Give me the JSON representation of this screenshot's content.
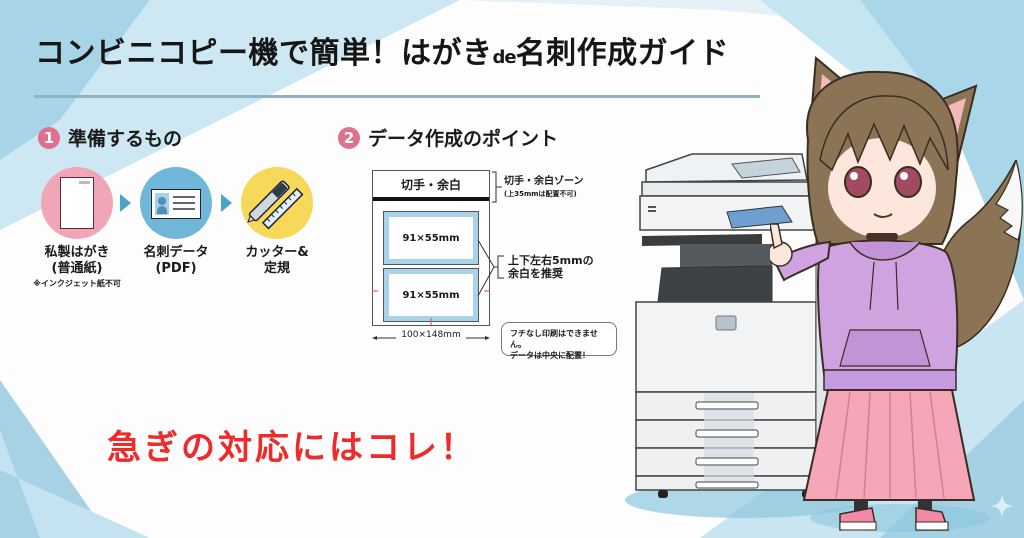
{
  "colors": {
    "accent_blue": "#4aa3c8",
    "badge_pink": "#e0718e",
    "cta_red": "#ef2a2a",
    "bg_blue": "#9fd0e3"
  },
  "header": {
    "title_main": "コンビニコピー機で簡単！はがき",
    "title_de": "de",
    "title_tail": "名刺作成ガイド"
  },
  "section1": {
    "number": "1",
    "title": "準備するもの",
    "items": [
      {
        "icon": "postcard-icon",
        "label_line1": "私製はがき",
        "label_line2": "(普通紙)",
        "note": "※インクジェット紙不可",
        "color": "#f1a6b8"
      },
      {
        "icon": "business-card-data-icon",
        "label_line1": "名刺データ",
        "label_line2": "(PDF)",
        "note": "",
        "color": "#6fb6d9"
      },
      {
        "icon": "cutter-ruler-icon",
        "label_line1": "カッター&",
        "label_line2": "定規",
        "note": "",
        "color": "#f7d95a"
      }
    ]
  },
  "section2": {
    "number": "2",
    "title": "データ作成のポイント",
    "stamp_zone_label": "切手・余白",
    "card_size": "91×55mm",
    "postcard_size": "100×148mm",
    "stamp_annotation_title": "切手・余白ゾーン",
    "stamp_annotation_note": "(上35mmは配置不可)",
    "margin_annotation_line1": "上下左右5mmの",
    "margin_annotation_line2": "余白を推奨",
    "bubble_line1": "フチなし印刷はできません。",
    "bubble_line2": "データは中央に配置！"
  },
  "cta": {
    "text": "急ぎの対応にはコレ！"
  },
  "illustration": {
    "copier": "copy-machine",
    "character": "wolf-girl-pointing"
  }
}
